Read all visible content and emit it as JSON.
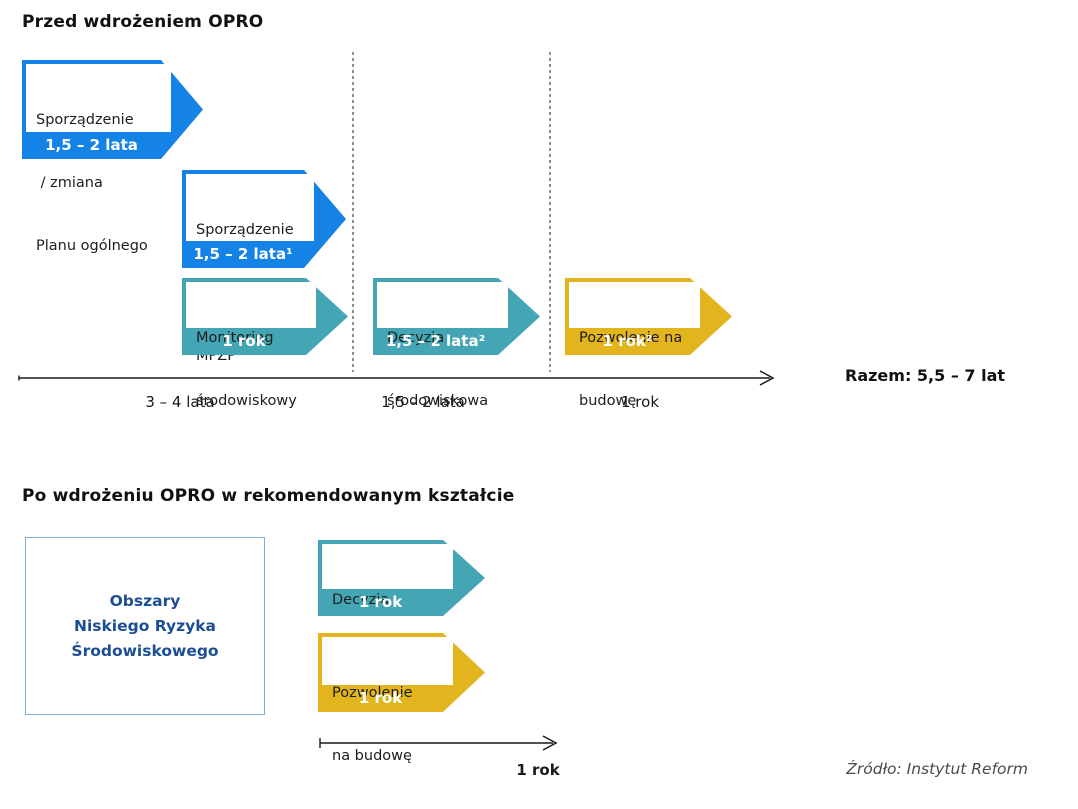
{
  "colors": {
    "blue": "#1583E6",
    "teal": "#44A6B5",
    "yellow": "#E2B41E",
    "navy_text": "#1C4E94",
    "area_box_border": "#7FB0D8"
  },
  "before": {
    "title": "Przed wdrożeniem OPRO",
    "boxes": [
      {
        "name": "plan-ogolny",
        "color": "blue",
        "lines": [
          "Sporządzenie",
          " / zmiana",
          "Planu ogólnego"
        ],
        "duration": "1,5 – 2 lata"
      },
      {
        "name": "mpzp",
        "color": "blue",
        "lines": [
          "Sporządzenie",
          " / zmiana",
          "MPZP"
        ],
        "duration": "1,5 – 2 lata¹"
      },
      {
        "name": "monitoring",
        "color": "teal",
        "lines": [
          "Monitoring",
          "środowiskowy"
        ],
        "duration": "1 rok"
      },
      {
        "name": "decyzja",
        "color": "teal",
        "lines": [
          "Decyzja",
          "środowiskowa"
        ],
        "duration": "1,5 – 2 lata²"
      },
      {
        "name": "pozwolenie",
        "color": "yellow",
        "lines": [
          "Pozwolenie na",
          "budowę"
        ],
        "duration": "1 rok²"
      }
    ],
    "axis_labels": [
      "3 – 4 lata",
      "1,5 – 2 lata",
      "1 rok"
    ],
    "total_label": "Razem: 5,5 – 7 lat"
  },
  "after": {
    "title": "Po wdrożeniu OPRO w rekomendowanym kształcie",
    "area_box_lines": [
      "Obszary",
      "Niskiego Ryzyka",
      "Środowiskowego"
    ],
    "boxes": [
      {
        "name": "decyzja",
        "color": "teal",
        "lines": [
          "Decyzja",
          "środowiskowa"
        ],
        "duration": "1 rok"
      },
      {
        "name": "pozwolenie",
        "color": "yellow",
        "lines": [
          "Pozwolenie",
          "na budowę"
        ],
        "duration": "1 rok"
      }
    ],
    "axis_label": "1 rok"
  },
  "source": "Źródło: Instytut Reform"
}
